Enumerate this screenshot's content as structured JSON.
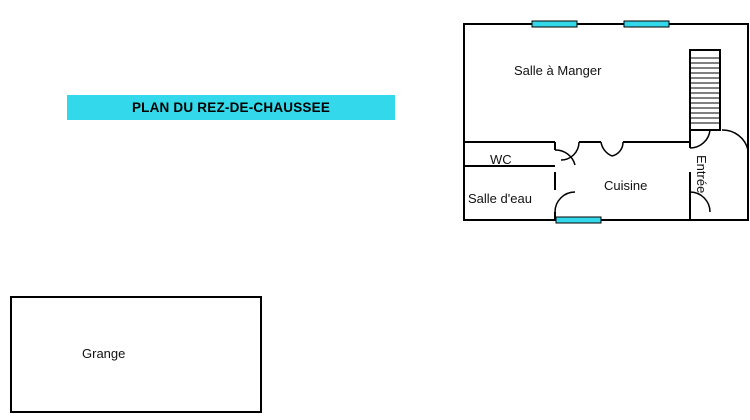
{
  "title": "PLAN DU REZ-DE-CHAUSSEE",
  "colors": {
    "banner": "#33d9ea",
    "window": "#33d9ea",
    "wall": "#000000"
  },
  "rooms": {
    "salle_a_manger": "Salle à Manger",
    "wc": "WC",
    "salle_deau": "Salle d'eau",
    "cuisine": "Cuisine",
    "entree": "Entrée",
    "grange": "Grange"
  },
  "features": [
    "window-icon",
    "staircase-icon",
    "door-swing-icon"
  ]
}
